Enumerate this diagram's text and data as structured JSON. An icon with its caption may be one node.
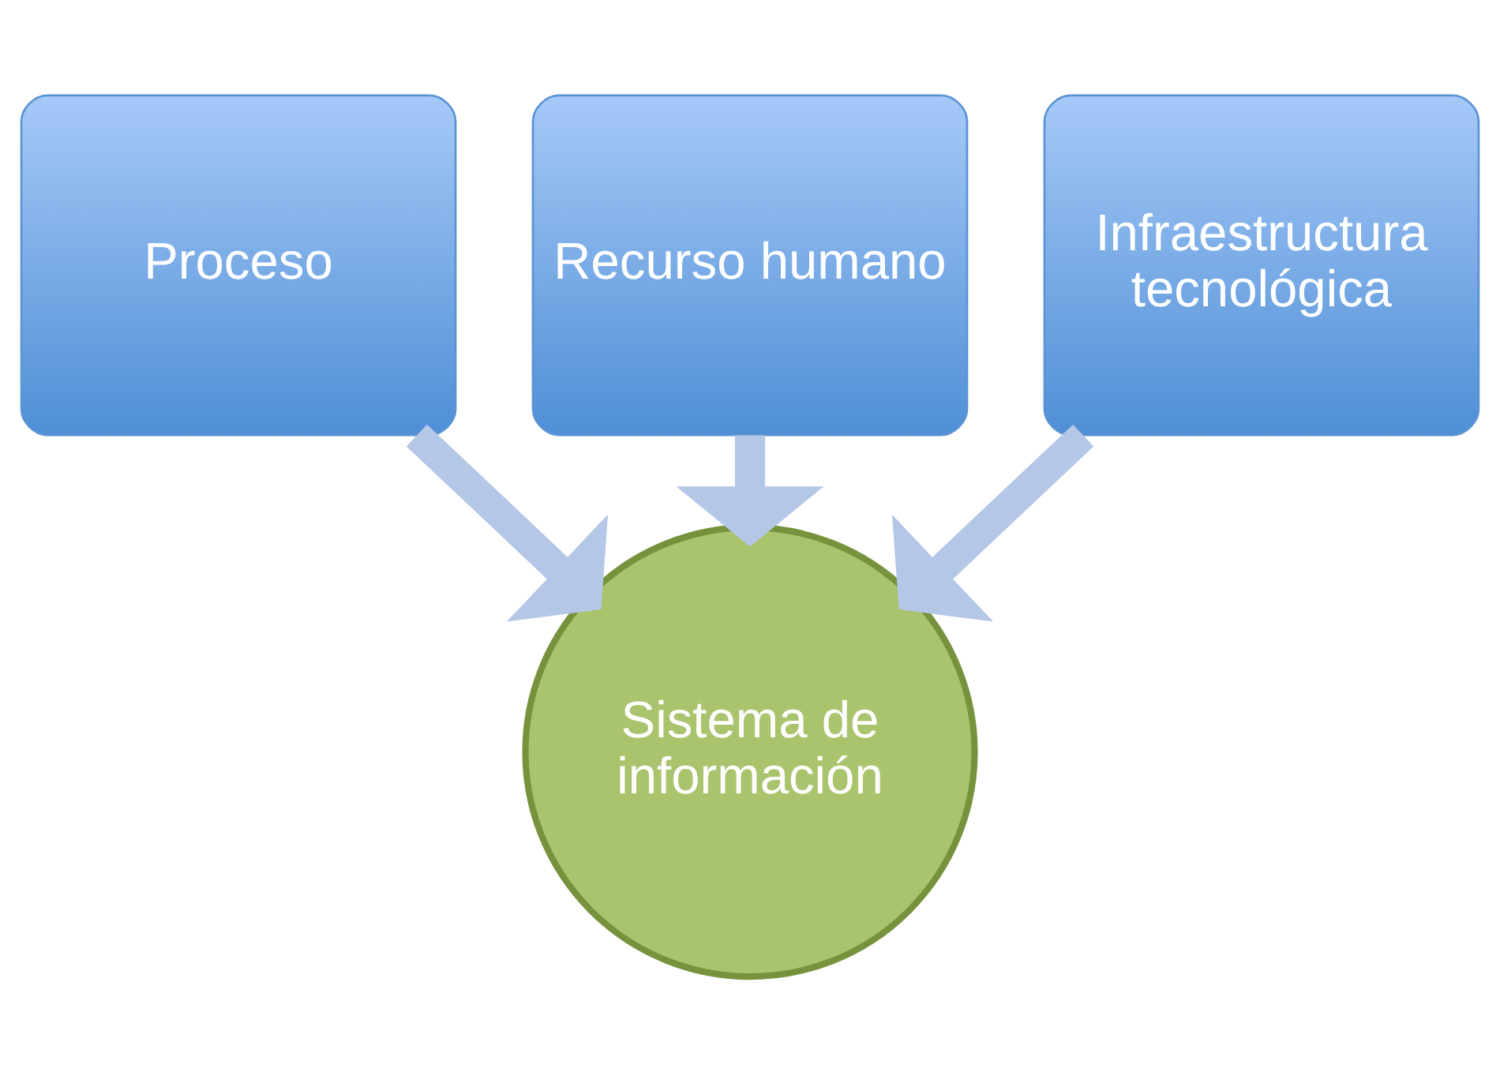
{
  "diagram": {
    "nodes": [
      {
        "text": [
          "Proceso"
        ]
      },
      {
        "text": [
          "Recurso humano"
        ]
      },
      {
        "text": [
          "Infraestructura tecnológica"
        ]
      },
      {
        "text": [
          "Sistema de información"
        ]
      }
    ],
    "edges": [
      {
        "from": 0,
        "to": 3,
        "arrow": "to"
      },
      {
        "from": 1,
        "to": 3,
        "arrow": "to"
      },
      {
        "from": 2,
        "to": 3,
        "arrow": "to"
      }
    ]
  }
}
